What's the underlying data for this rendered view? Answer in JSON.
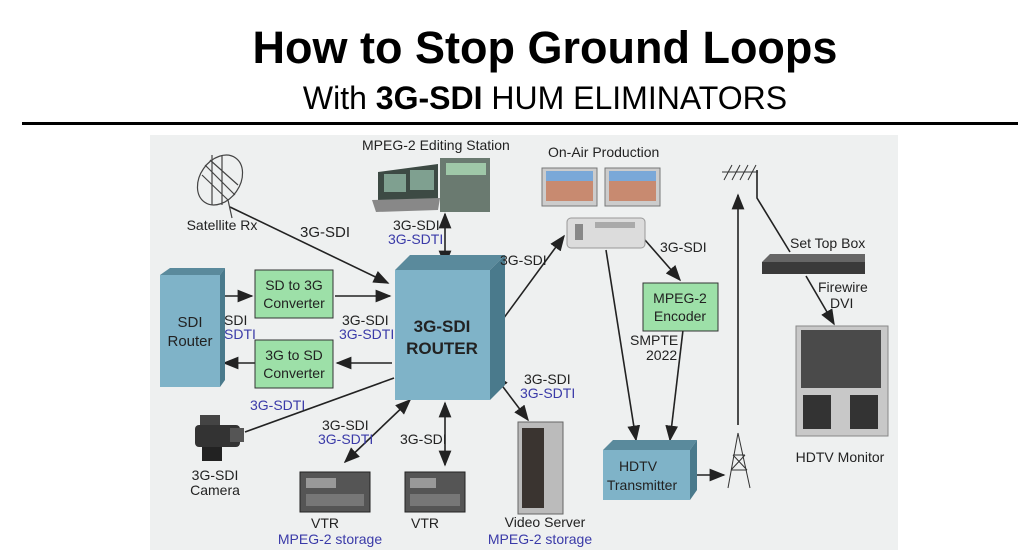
{
  "header": {
    "title": "How to Stop Ground Loops",
    "subtitle_prefix": "With",
    "subtitle_bold": "3G-SDI",
    "subtitle_suffix": "HUM ELIMINATORS"
  },
  "nodes": {
    "satellite": "Satellite Rx",
    "editing": "MPEG-2 Editing Station",
    "router_line1": "3G-SDI",
    "router_line2": "ROUTER",
    "sdi_router_line1": "SDI",
    "sdi_router_line2": "Router",
    "sd_to_3g_line1": "SD to 3G",
    "sd_to_3g_line2": "Converter",
    "3g_to_sd_line1": "3G to SD",
    "3g_to_sd_line2": "Converter",
    "camera_line1": "3G-SDI",
    "camera_line2": "Camera",
    "vtr1": "VTR",
    "vtr1_sub": "MPEG-2 storage",
    "vtr2": "VTR",
    "video_server": "Video Server",
    "video_server_sub": "MPEG-2 storage",
    "on_air": "On-Air Production",
    "encoder_line1": "MPEG-2",
    "encoder_line2": "Encoder",
    "transmitter_line1": "HDTV",
    "transmitter_line2": "Transmitter",
    "set_top_box": "Set Top Box",
    "hdtv_monitor": "HDTV Monitor"
  },
  "links": {
    "sat_router": "3G-SDI",
    "edit_router_a": "3G-SDI",
    "edit_router_b": "3G-SDTI",
    "sdi_a": "SDI",
    "sdi_b": "SDTI",
    "conv_router_a": "3G-SDI",
    "conv_router_b": "3G-SDTI",
    "camera": "3G-SDTI",
    "vtr1_a": "3G-SDI",
    "vtr1_b": "3G-SDTI",
    "vtr2": "3G-SDI",
    "server_a": "3G-SDI",
    "server_b": "3G-SDTI",
    "router_onair": "3G-SDI",
    "switcher_encoder": "3G-SDI",
    "smpte_line1": "SMPTE",
    "smpte_line2": "2022",
    "stb_a": "Firewire",
    "stb_b": "DVI"
  },
  "colors": {
    "blue_text": "#3a3aa8",
    "box_blue": "#7fb3c8",
    "box_green": "#9de0a8",
    "bg": "#eef0f0"
  }
}
